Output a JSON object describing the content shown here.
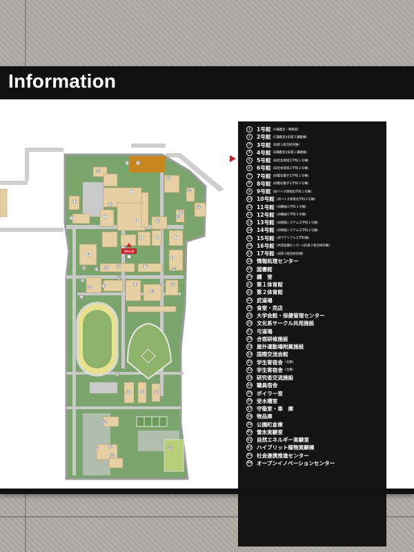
{
  "sign": {
    "title": "Information"
  },
  "map": {
    "current_location_label": "現在位置",
    "building_markers": [
      "1",
      "2",
      "3",
      "4",
      "5",
      "6",
      "7",
      "8",
      "9",
      "10",
      "11",
      "12",
      "13",
      "14",
      "15",
      "16",
      "17",
      "18",
      "19",
      "20",
      "21",
      "22",
      "23",
      "24",
      "25",
      "26",
      "27",
      "28",
      "29",
      "30",
      "31",
      "32",
      "33",
      "34",
      "35",
      "36",
      "37",
      "38",
      "39",
      "40",
      "41",
      "42",
      "43",
      "44"
    ],
    "colors": {
      "grass": "#7aa56c",
      "road": "#c9c9c9",
      "building": "#e6cfa2",
      "building_highlight": "#c8861f",
      "track": "#e8e28e",
      "marker": "#cc1f2a"
    }
  },
  "legend": {
    "items": [
      {
        "num": "1",
        "name": "1号館",
        "sub": "(A講義室・事務部)"
      },
      {
        "num": "2",
        "name": "2号館",
        "sub": "(C講義室)(旧第２講義棟)"
      },
      {
        "num": "3",
        "name": "3号館",
        "sub": "(旧第１総合研究棟)"
      },
      {
        "num": "4",
        "name": "4号館",
        "sub": "(B講義室)(旧第１講義棟)"
      },
      {
        "num": "5",
        "name": "5号館",
        "sub": "(旧社会環境工学科１号棟)"
      },
      {
        "num": "6",
        "name": "6号館",
        "sub": "(旧社会環境工学科２号棟)"
      },
      {
        "num": "7",
        "name": "7号館",
        "sub": "(旧電気電子工学科１号棟)"
      },
      {
        "num": "8",
        "name": "8号館",
        "sub": "(旧電気電子工学科２号棟)"
      },
      {
        "num": "9",
        "name": "9号館",
        "sub": "(旧バイオ環境化学科１号棟)"
      },
      {
        "num": "10",
        "name": "10号館",
        "sub": "(旧バイオ環境化学科２号棟)"
      },
      {
        "num": "11",
        "name": "11号館",
        "sub": "(旧機械工学科１号棟)"
      },
      {
        "num": "12",
        "name": "12号館",
        "sub": "(旧機械工学科２号棟)"
      },
      {
        "num": "13",
        "name": "13号館",
        "sub": "(旧情報システム工学科１号棟)"
      },
      {
        "num": "14",
        "name": "14号館",
        "sub": "(旧情報システム工学科２号棟)"
      },
      {
        "num": "15",
        "name": "15号館",
        "sub": "(旧マテリアル工学科棟)"
      },
      {
        "num": "16",
        "name": "16号館",
        "sub": "(共用設備センター)(旧第２総合研究棟)"
      },
      {
        "num": "17",
        "name": "17号館",
        "sub": "(旧第３総合研究棟)"
      },
      {
        "num": "18",
        "name": "情報処理センター",
        "sub": ""
      },
      {
        "num": "19",
        "name": "図書館",
        "sub": ""
      },
      {
        "num": "20",
        "name": "講　堂",
        "sub": ""
      },
      {
        "num": "21",
        "name": "第１体育館",
        "sub": ""
      },
      {
        "num": "22",
        "name": "第２体育館",
        "sub": ""
      },
      {
        "num": "23",
        "name": "武道場",
        "sub": ""
      },
      {
        "num": "24",
        "name": "食堂・売店",
        "sub": ""
      },
      {
        "num": "25",
        "name": "大学会館・保健管理センター",
        "sub": ""
      },
      {
        "num": "26",
        "name": "文化系サークル共用施設",
        "sub": ""
      },
      {
        "num": "27",
        "name": "弓道場",
        "sub": ""
      },
      {
        "num": "28",
        "name": "合宿研修施設",
        "sub": ""
      },
      {
        "num": "29",
        "name": "屋外運動場附属施設",
        "sub": ""
      },
      {
        "num": "30",
        "name": "国際交流会館",
        "sub": ""
      },
      {
        "num": "31",
        "name": "学生寄宿舎",
        "sub": "(北寮)"
      },
      {
        "num": "32",
        "name": "学生寄宿舎",
        "sub": "(北寮)"
      },
      {
        "num": "33",
        "name": "研究者交流施設",
        "sub": ""
      },
      {
        "num": "34",
        "name": "職員宿舎",
        "sub": ""
      },
      {
        "num": "35",
        "name": "ボイラー室",
        "sub": ""
      },
      {
        "num": "36",
        "name": "受水槽室",
        "sub": ""
      },
      {
        "num": "37",
        "name": "守衛室・車　庫",
        "sub": ""
      },
      {
        "num": "38",
        "name": "物品庫",
        "sub": ""
      },
      {
        "num": "39",
        "name": "公園町倉庫",
        "sub": ""
      },
      {
        "num": "40",
        "name": "雪氷実験室",
        "sub": ""
      },
      {
        "num": "41",
        "name": "自然エネルギー実験室",
        "sub": ""
      },
      {
        "num": "42",
        "name": "ハイブリット植物実験棟",
        "sub": ""
      },
      {
        "num": "43",
        "name": "社会連携推進センター",
        "sub": ""
      },
      {
        "num": "44",
        "name": "オープンイノベーションセンター",
        "sub": ""
      }
    ]
  }
}
